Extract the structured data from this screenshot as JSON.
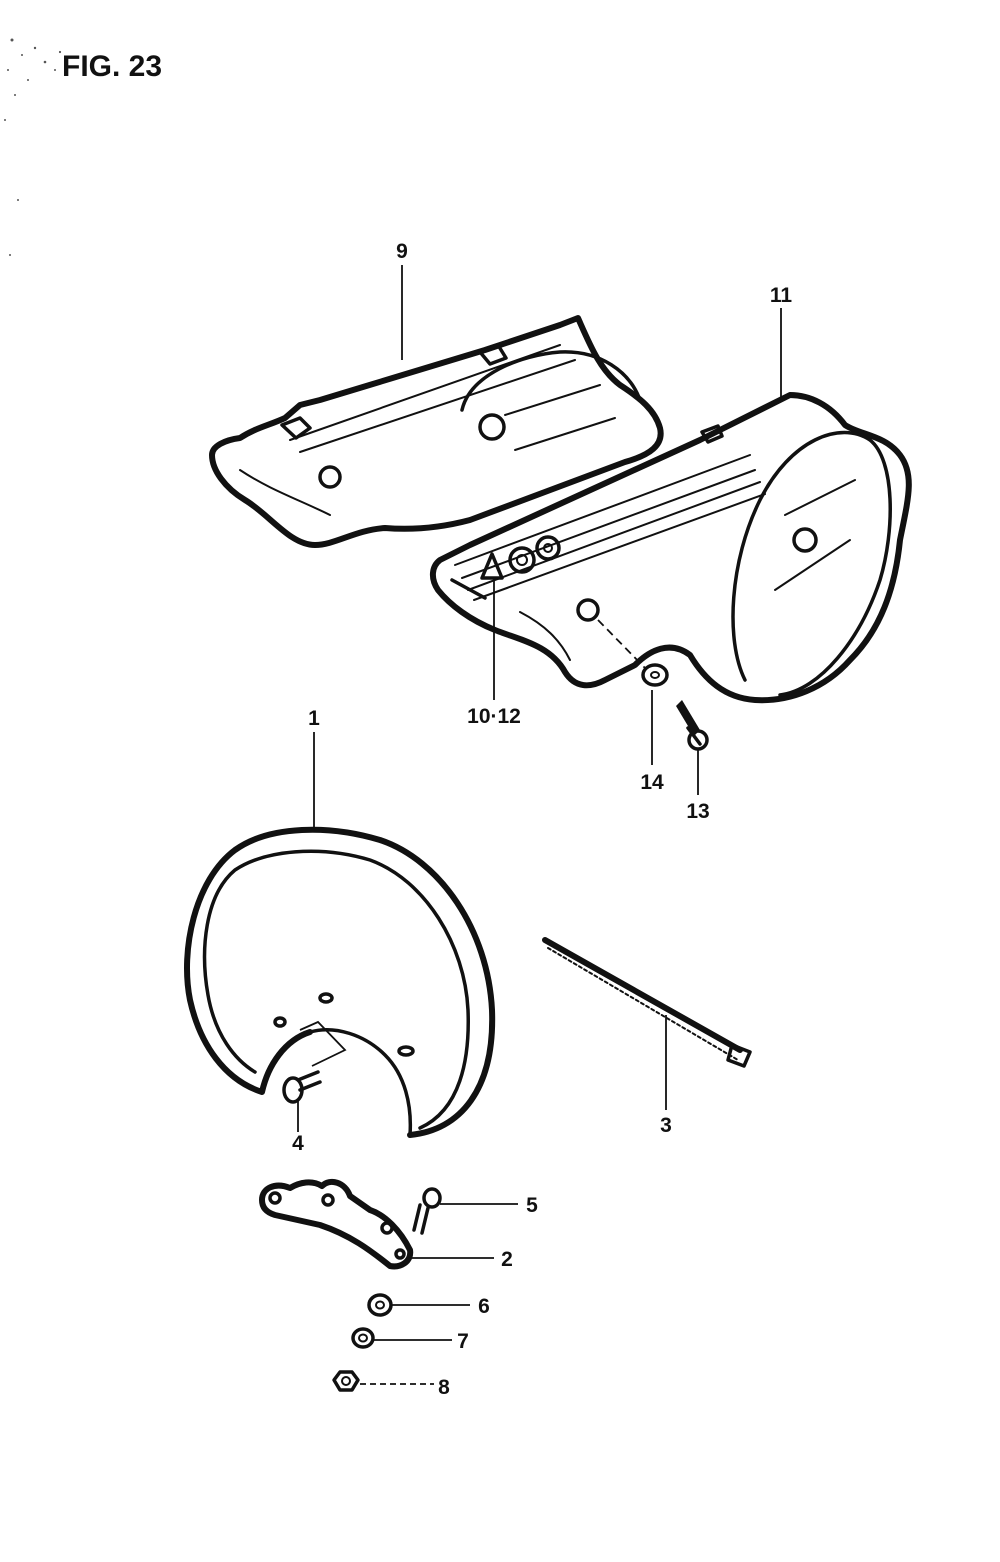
{
  "figure": {
    "title": "FIG. 23"
  },
  "callouts": {
    "c1": "1",
    "c2": "2",
    "c3": "3",
    "c4": "4",
    "c5": "5",
    "c6": "6",
    "c7": "7",
    "c8": "8",
    "c9": "9",
    "c10_12": "10·12",
    "c11": "11",
    "c13": "13",
    "c14": "14"
  },
  "colors": {
    "ink": "#111111",
    "paper": "#ffffff"
  }
}
